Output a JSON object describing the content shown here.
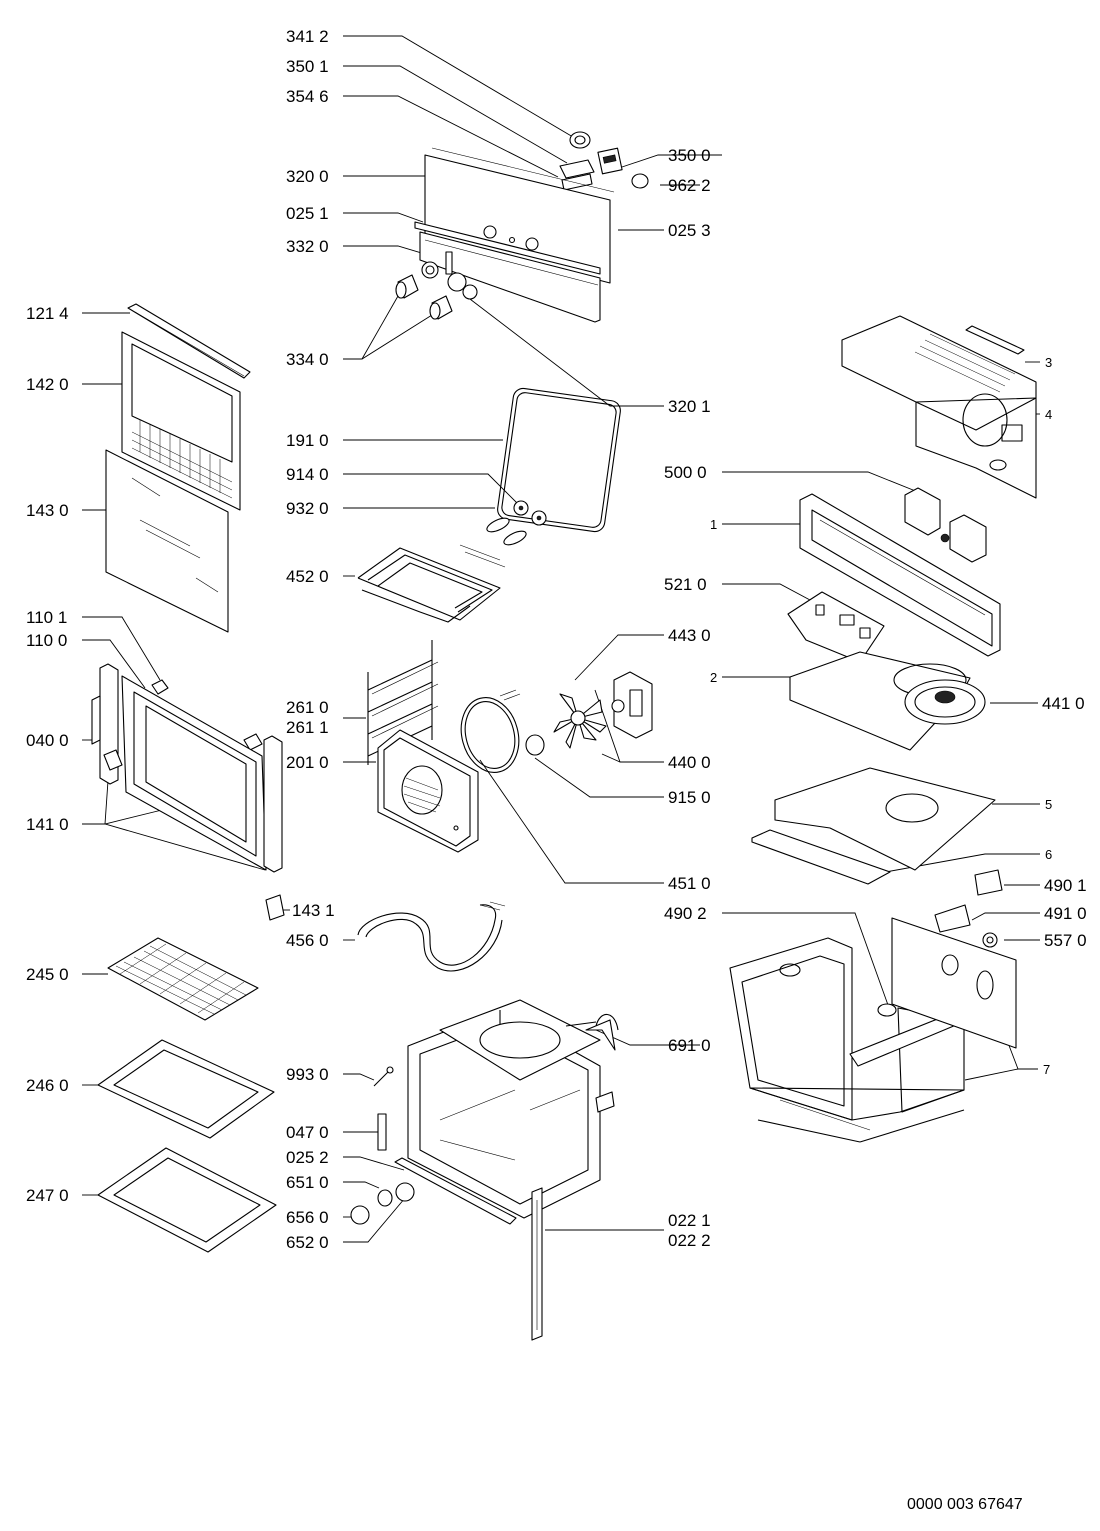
{
  "diagram": {
    "document_number": "0000 003 67647",
    "labels": {
      "p3412": "341 2",
      "p3501": "350 1",
      "p3546": "354 6",
      "p3500": "350 0",
      "p9622": "962 2",
      "p3200": "320 0",
      "p0251": "025 1",
      "p0253": "025 3",
      "p3320": "332 0",
      "p3340": "334 0",
      "p3201": "320 1",
      "p1214": "121 4",
      "p1420": "142 0",
      "p1430": "143 0",
      "p1910": "191 0",
      "p9140": "914 0",
      "p9320": "932 0",
      "p4520": "452 0",
      "p1101": "110 1",
      "p1100": "110 0",
      "p0400": "040 0",
      "p1410": "141 0",
      "p2610": "261 0",
      "p2611": "261 1",
      "p2010": "201 0",
      "p4430": "443 0",
      "p4400": "440 0",
      "p9150": "915 0",
      "p4510": "451 0",
      "p1431": "143 1",
      "p4560": "456 0",
      "p2450": "245 0",
      "p2460": "246 0",
      "p2470": "247 0",
      "p9930": "993 0",
      "p0470": "047 0",
      "p0252": "025 2",
      "p6510": "651 0",
      "p6560": "656 0",
      "p6520": "652 0",
      "p0221": "022 1",
      "p0222": "022 2",
      "p6910": "691 0",
      "p5000": "500 0",
      "p5210": "521 0",
      "p4410": "441 0",
      "p4901": "490 1",
      "p4902": "490 2",
      "p4910": "491 0",
      "p5570": "557 0",
      "c1": "1",
      "c2": "2",
      "c3": "3",
      "c4": "4",
      "c5": "5",
      "c6": "6",
      "c7": "7"
    }
  }
}
